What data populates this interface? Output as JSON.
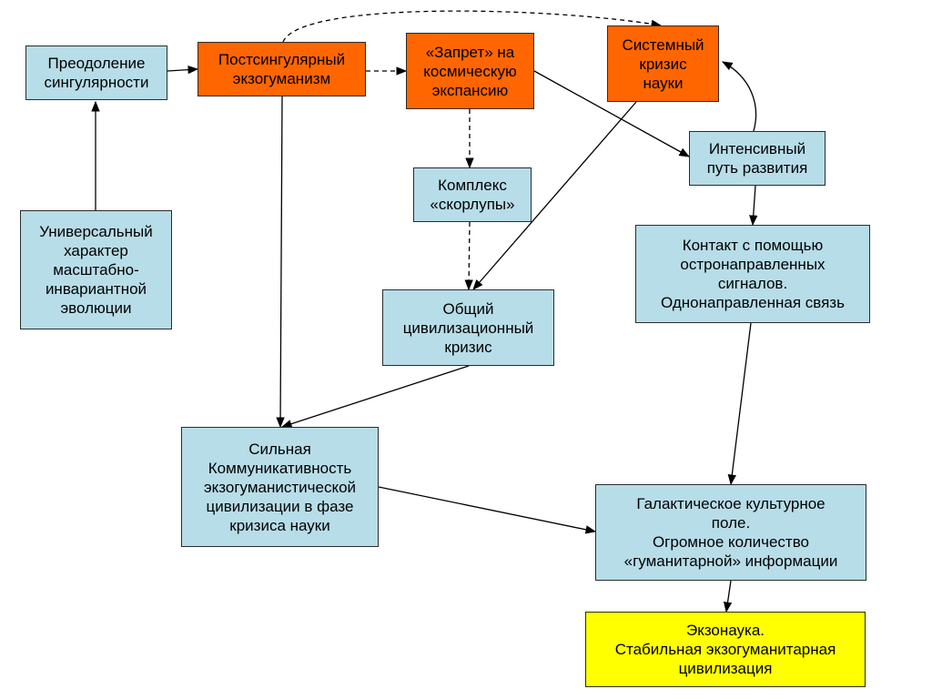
{
  "nodes": {
    "preodolenie": {
      "label": "Преодоление\nсингулярности",
      "fill": "#b7dde8"
    },
    "postsingular": {
      "label": "Постсингулярный\nэкзогуманизм",
      "fill": "#ff6600"
    },
    "zapret": {
      "label": "«Запрет» на\nкосмическую\nэкспансию",
      "fill": "#ff6600"
    },
    "systemny": {
      "label": "Системный\nкризис\nнауки",
      "fill": "#ff6600"
    },
    "universal": {
      "label": "Универсальный\nхарактер\nмасштабно-\nинвариантной\nэволюции",
      "fill": "#b7dde8"
    },
    "kompleks": {
      "label": "Комплекс\n«скорлупы»",
      "fill": "#b7dde8"
    },
    "intensive": {
      "label": "Интенсивный\nпуть развития",
      "fill": "#b7dde8"
    },
    "kontakt": {
      "label": "Контакт с помощью\nостронаправленных\nсигналов.\nОднонаправленная связь",
      "fill": "#b7dde8"
    },
    "obshiy": {
      "label": "Общий\nцивилизационный\nкризис",
      "fill": "#b7dde8"
    },
    "silnaya": {
      "label": "Сильная\nКоммуникативность\nэкзогуманистической\nцивилизации в фазе\nкризиса науки",
      "fill": "#b7dde8"
    },
    "galactic": {
      "label": "Галактическое культурное\nполе.\nОгромное количество\n«гуманитарной» информации",
      "fill": "#b7dde8"
    },
    "exonauka": {
      "label": "Экзонаука.\nСтабильная экзогуманитарная\nцивилизация",
      "fill": "#ffff00"
    }
  },
  "edges": [
    {
      "from": "preodolenie",
      "to": "postsingular",
      "style": "solid"
    },
    {
      "from": "universal",
      "to": "preodolenie",
      "style": "solid"
    },
    {
      "from": "postsingular",
      "to": "zapret",
      "style": "dashed"
    },
    {
      "from": "postsingular",
      "to": "systemny",
      "style": "dashed"
    },
    {
      "from": "postsingular",
      "to": "silnaya",
      "style": "solid"
    },
    {
      "from": "zapret",
      "to": "kompleks",
      "style": "dashed"
    },
    {
      "from": "zapret",
      "to": "intensive",
      "style": "solid"
    },
    {
      "from": "kompleks",
      "to": "obshiy",
      "style": "dashed"
    },
    {
      "from": "systemny",
      "to": "obshiy",
      "style": "solid"
    },
    {
      "from": "intensive",
      "to": "systemny",
      "style": "solid"
    },
    {
      "from": "intensive",
      "to": "kontakt",
      "style": "solid"
    },
    {
      "from": "kontakt",
      "to": "galactic",
      "style": "solid"
    },
    {
      "from": "obshiy",
      "to": "silnaya",
      "style": "solid"
    },
    {
      "from": "silnaya",
      "to": "galactic",
      "style": "solid"
    },
    {
      "from": "galactic",
      "to": "exonauka",
      "style": "solid"
    }
  ]
}
